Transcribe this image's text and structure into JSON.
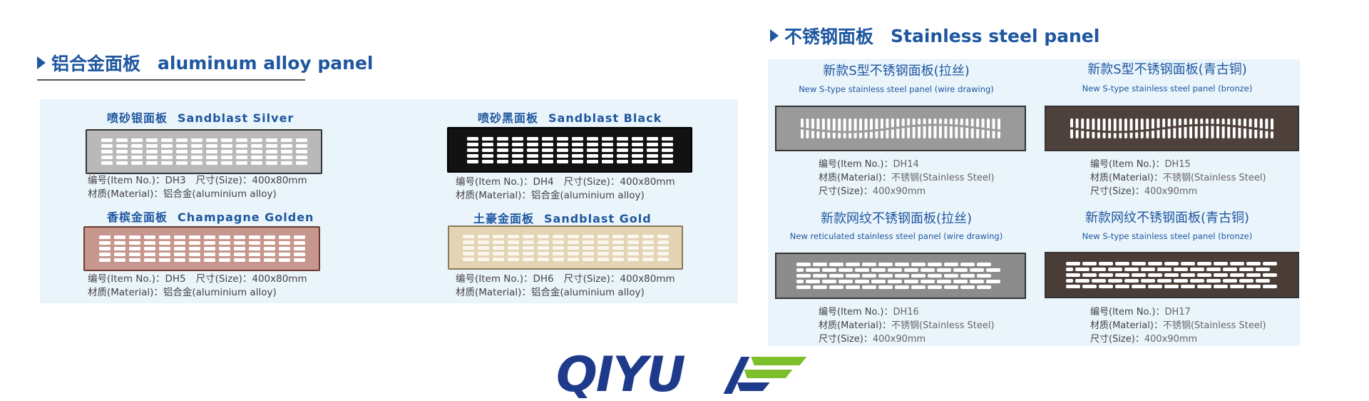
{
  "aluminum": {
    "title_cn": "铝合金面板",
    "title_en": "aluminum alloy panel",
    "items": [
      {
        "name_cn": "喷砂银面板",
        "name_en": "Sandblast Silver",
        "item_line": "编号(Item No.)：DH3",
        "size_line": "尺寸(Size)：400x80mm",
        "material_line": "材质(Material)：铝合金(aluminium alloy)",
        "color": "#b9b9b9"
      },
      {
        "name_cn": "喷砂黑面板",
        "name_en": "Sandblast Black",
        "item_line": "编号(Item No.)：DH4",
        "size_line": "尺寸(Size)：400x80mm",
        "material_line": "材质(Material)：铝合金(aluminium alloy)",
        "color": "#121212"
      },
      {
        "name_cn": "香槟金面板",
        "name_en": "Champagne Golden",
        "item_line": "编号(Item No.)：DH5",
        "size_line": "尺寸(Size)：400x80mm",
        "material_line": "材质(Material)：铝合金(aluminium alloy)",
        "color": "#c7978e"
      },
      {
        "name_cn": "土豪金面板",
        "name_en": "Sandblast Gold",
        "item_line": "编号(Item No.)：DH6",
        "size_line": "尺寸(Size)：400x80mm",
        "material_line": "材质(Material)：铝合金(aluminium alloy)",
        "color": "#e2d4b4"
      }
    ]
  },
  "stainless": {
    "title_cn": "不锈钢面板",
    "title_en": "Stainless steel panel",
    "items": [
      {
        "title": "新款S型不锈钢面板(拉丝)",
        "subtitle": "New S-type stainless steel panel (wire drawing)",
        "item_label": "编号(Item No.)：",
        "item_no": "DH14",
        "material_label": "材质(Material)：",
        "material": "不锈钢(Stainless Steel)",
        "size_label": "尺寸(Size)：",
        "size": "400x90mm",
        "color": "#9a9a9a"
      },
      {
        "title": "新款S型不锈钢面板(青古铜)",
        "subtitle": "New S-type stainless steel panel (bronze)",
        "item_label": "编号(Item No.)：",
        "item_no": "DH15",
        "material_label": "材质(Material)：",
        "material": "不锈钢(Stainless Steel)",
        "size_label": "尺寸(Size)：",
        "size": "400x90mm",
        "color": "#4e403b"
      },
      {
        "title": "新款网纹不锈钢面板(拉丝)",
        "subtitle": "New reticulated stainless steel panel (wire drawing)",
        "item_label": "编号(Item No.)：",
        "item_no": "DH16",
        "material_label": "材质(Material)：",
        "material": "不锈钢(Stainless Steel)",
        "size_label": "尺寸(Size)：",
        "size": "400x90mm",
        "color": "#8c8c8c"
      },
      {
        "title": "新款网纹不锈钢面板(青古铜)",
        "subtitle": "New S-type stainless steel panel (bronze)",
        "item_label": "编号(Item No.)：",
        "item_no": "DH17",
        "material_label": "材质(Material)：",
        "material": "不锈钢(Stainless Steel)",
        "size_label": "尺寸(Size)：",
        "size": "400x90mm",
        "color": "#4a3c37"
      }
    ]
  },
  "logo": {
    "text": "QIYU",
    "blue": "#1e3a8a",
    "green": "#7cbf2a"
  }
}
